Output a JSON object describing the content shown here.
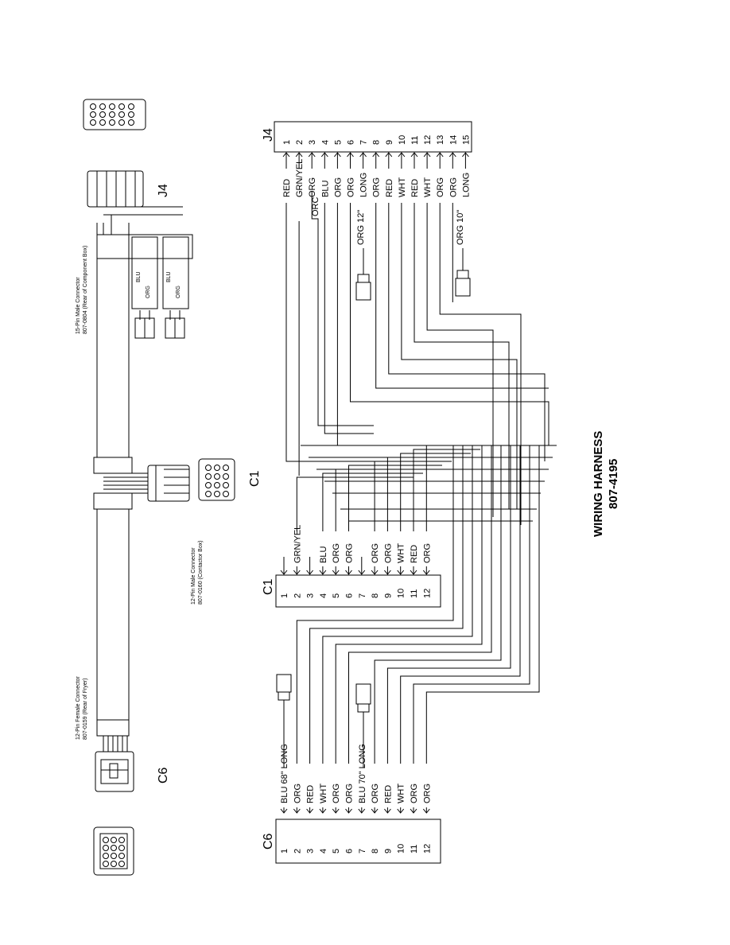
{
  "title": "WIRING HARNESS",
  "part_number": "807-4195",
  "connectors": {
    "c6": {
      "label": "C6",
      "callout_1": "12-Pin Female Connector",
      "callout_2": "807-0159 (Rear of Fryer)",
      "pins": [
        "1",
        "2",
        "3",
        "4",
        "5",
        "6",
        "7",
        "8",
        "9",
        "10",
        "11",
        "12"
      ],
      "wires": [
        "BLU 68\" LONG",
        "ORG",
        "RED",
        "WHT",
        "ORG",
        "ORG",
        "BLU 70\" LONG",
        "ORG",
        "RED",
        "WHT",
        "ORG",
        "ORG"
      ]
    },
    "c1": {
      "label": "C1",
      "callout_1": "12-Pin Male Connector",
      "callout_2": "807-0160 (Contactor Box)",
      "pins": [
        "1",
        "2",
        "3",
        "4",
        "5",
        "6",
        "7",
        "8",
        "9",
        "10",
        "11",
        "12"
      ],
      "wires": [
        "",
        "GRN/YEL",
        "",
        "BLU",
        "ORG",
        "ORG",
        "",
        "ORG",
        "ORG",
        "WHT",
        "RED",
        "ORG"
      ]
    },
    "j4": {
      "label": "J4",
      "callout_1": "15-Pin Male Connector",
      "callout_2": "807-0804 (Rear of Component Box)",
      "pins": [
        "1",
        "2",
        "3",
        "4",
        "5",
        "6",
        "7",
        "8",
        "9",
        "10",
        "11",
        "12",
        "13",
        "14",
        "15"
      ],
      "wires": [
        "RED",
        "GRN/YEL",
        "ORG",
        "BLU",
        "ORG",
        "ORG",
        "LONG",
        "ORG",
        "RED",
        "WHT",
        "RED",
        "WHT",
        "ORG",
        "ORG",
        "LONG"
      ],
      "extra_labels": [
        "ORC",
        "ORG 12\"",
        "ORG 10\""
      ]
    }
  },
  "pictorial_labels": {
    "blu": "BLU",
    "org": "ORG"
  },
  "terminal_icons": [
    "quick-disconnect-terminal",
    "quick-disconnect-terminal",
    "quick-disconnect-terminal",
    "quick-disconnect-terminal"
  ]
}
